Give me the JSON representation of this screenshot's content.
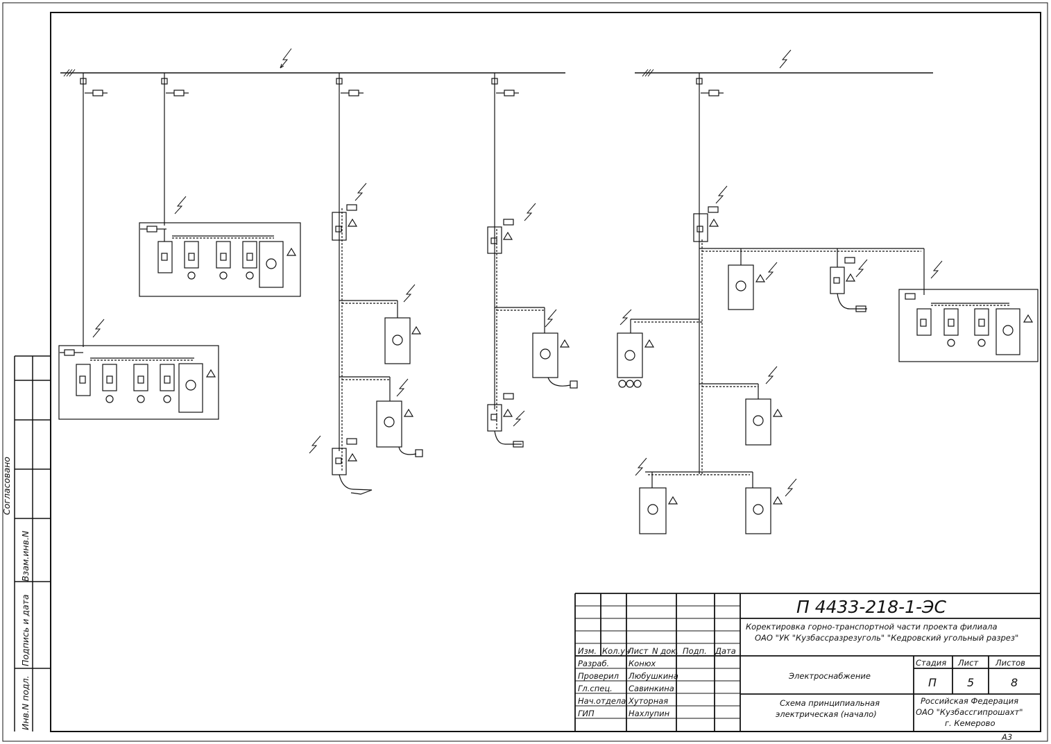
{
  "side_stamp": {
    "agreed": "Согласовано",
    "replace_inv": "Взам.инв.N",
    "sign_date": "Подпись и дата",
    "inv_orig": "Инв.N подл."
  },
  "title_block": {
    "code": "П 4433-218-1-ЭС",
    "project_line1": "Коректировка горно-транспортной части проекта филиала",
    "project_line2": "ОАО \"УК \"Кузбассразрезуголь\" \"Кедровский угольный разрез\"",
    "col_headers": [
      "Изм.",
      "Кол.уч",
      "Лист",
      "N док.",
      "Подп.",
      "Дата"
    ],
    "roles": [
      {
        "role": "Разраб.",
        "name": "Конюх"
      },
      {
        "role": "Проверил",
        "name": "Любушкина"
      },
      {
        "role": "Гл.спец.",
        "name": "Савинкина"
      },
      {
        "role": "Нач.отдела",
        "name": "Хуторная"
      },
      {
        "role": "ГИП",
        "name": "Нахлупин"
      }
    ],
    "subject": "Электроснабжение",
    "drawing_line1": "Схема принципиальная",
    "drawing_line2": "электрическая (начало)",
    "stage_label": "Стадия",
    "sheet_label": "Лист",
    "sheets_label": "Листов",
    "stage": "П",
    "sheet": "5",
    "sheets": "8",
    "org_line1": "Российская Федерация",
    "org_line2": "ОАО \"Кузбассгипрошахт\"",
    "org_line3": "г. Кемерово",
    "format": "А3"
  }
}
